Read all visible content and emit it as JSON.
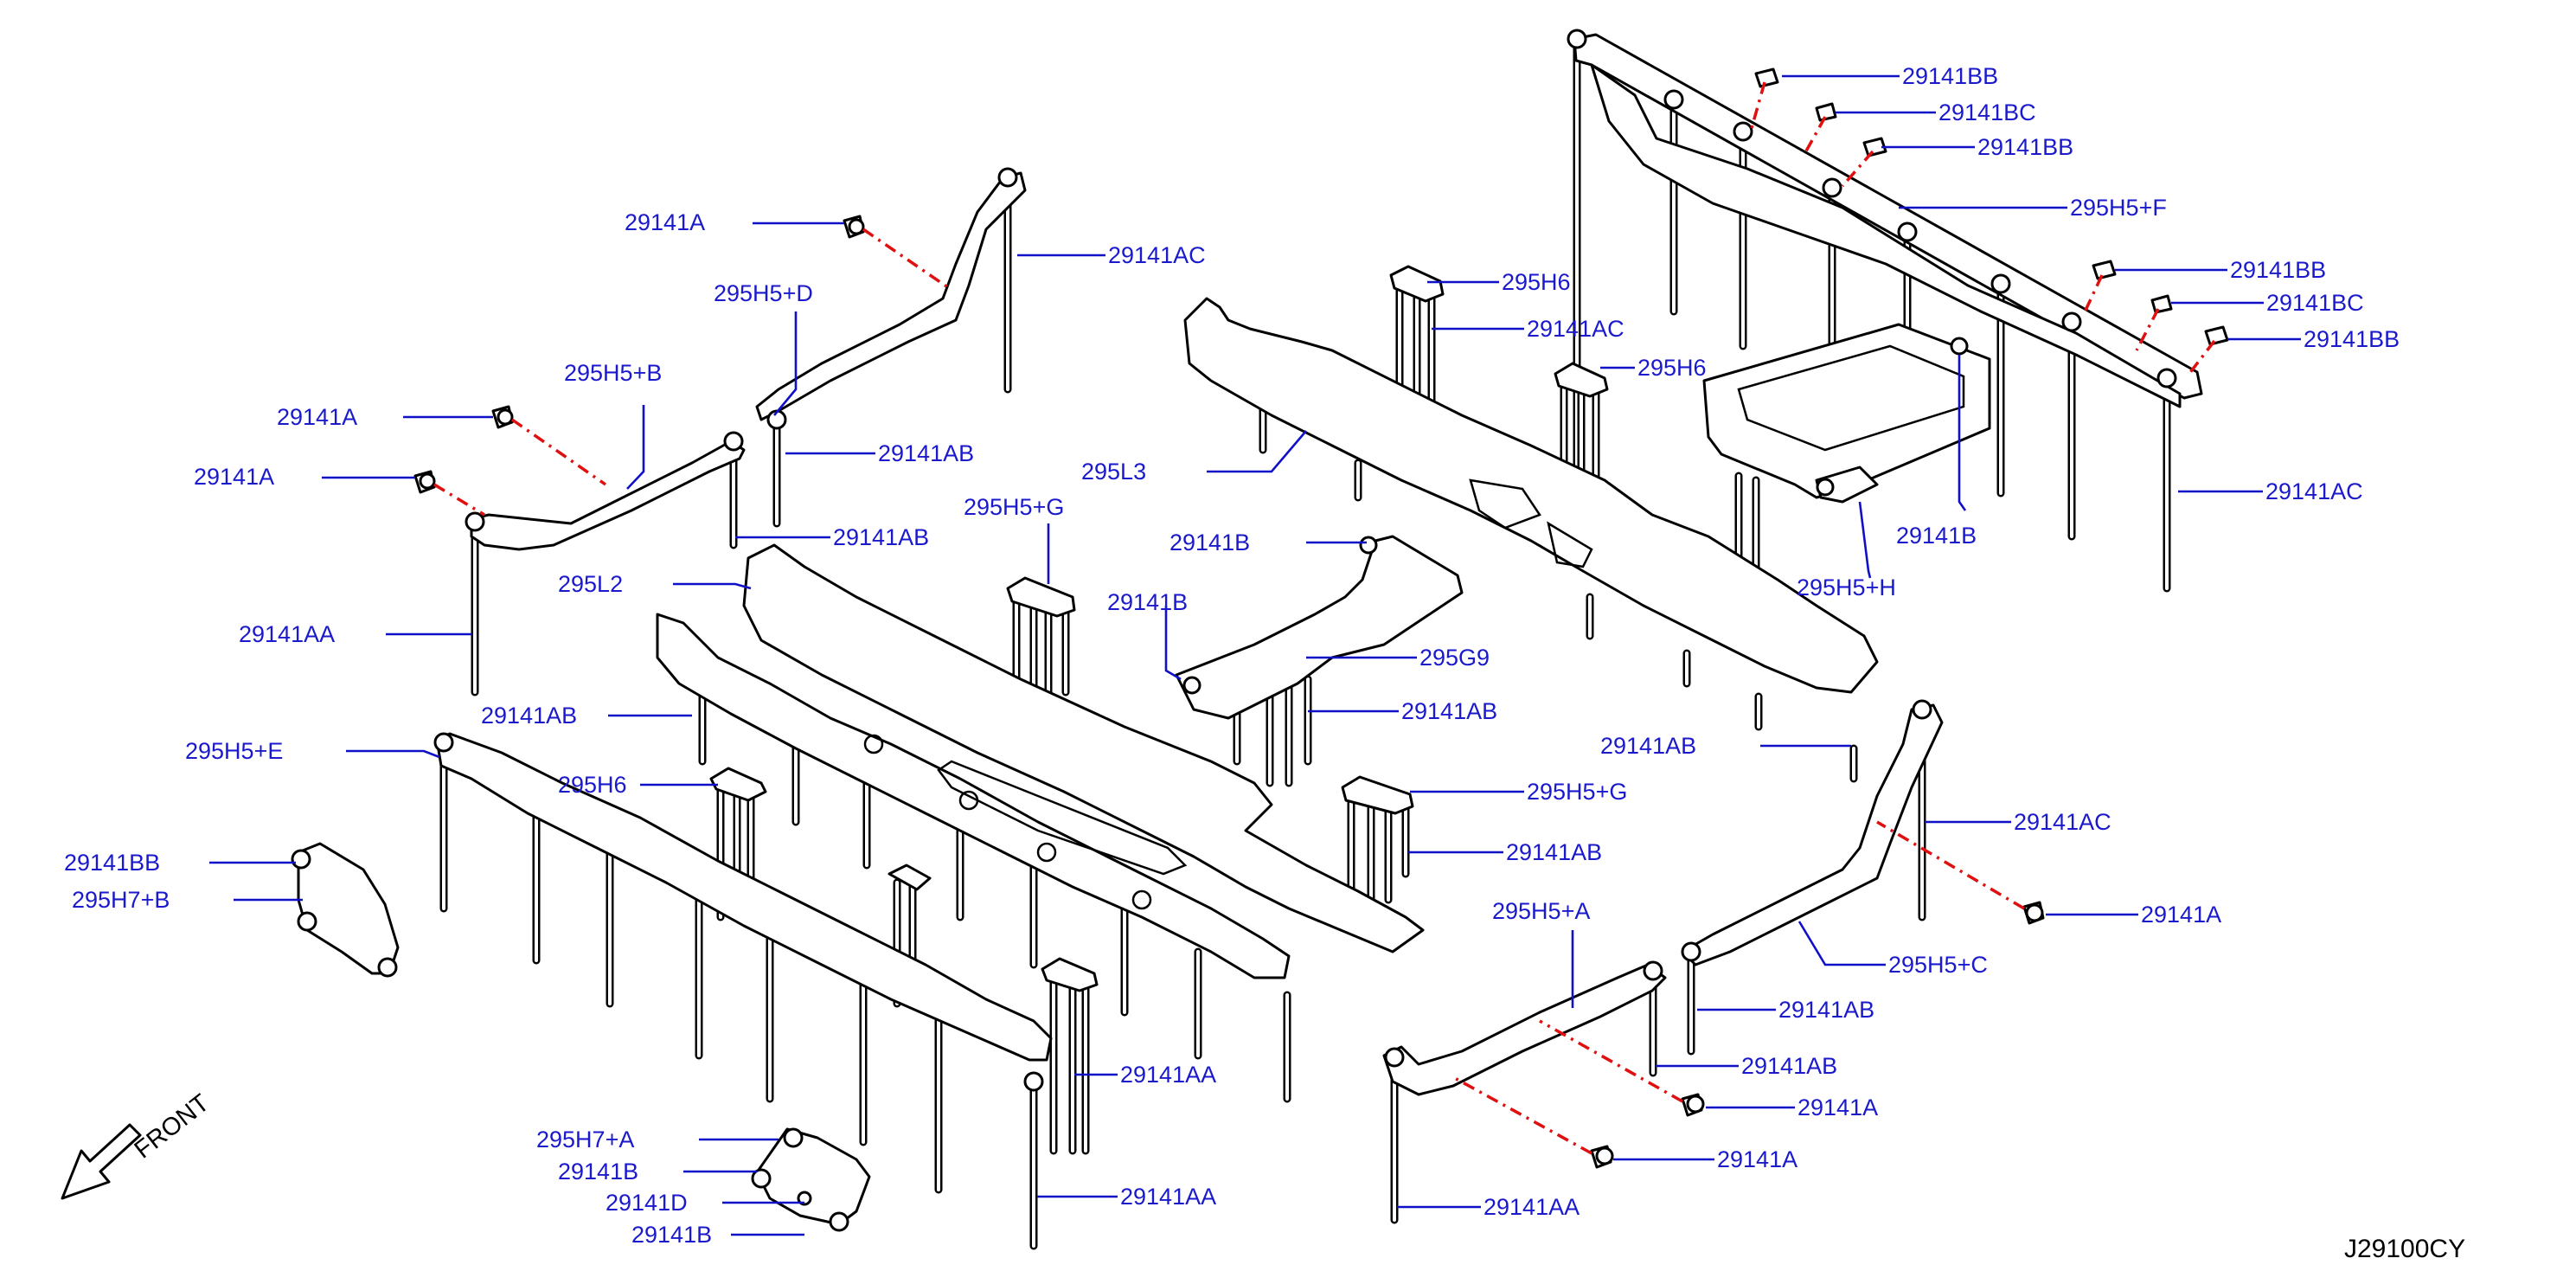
{
  "diagram_code": "J29100CY",
  "front_label": "FRONT",
  "callouts": [
    {
      "id": "c01",
      "text": "29141A"
    },
    {
      "id": "c02",
      "text": "29141AC"
    },
    {
      "id": "c03",
      "text": "295H5+D"
    },
    {
      "id": "c04",
      "text": "295H5+B"
    },
    {
      "id": "c05",
      "text": "29141A"
    },
    {
      "id": "c06",
      "text": "29141AB"
    },
    {
      "id": "c07",
      "text": "29141A"
    },
    {
      "id": "c08",
      "text": "29141AB"
    },
    {
      "id": "c09",
      "text": "295L2"
    },
    {
      "id": "c10",
      "text": "29141AA"
    },
    {
      "id": "c11",
      "text": "29141AB"
    },
    {
      "id": "c12",
      "text": "295H5+E"
    },
    {
      "id": "c13",
      "text": "295H6"
    },
    {
      "id": "c14",
      "text": "29141BB"
    },
    {
      "id": "c15",
      "text": "295H7+B"
    },
    {
      "id": "c16",
      "text": "295H5+G"
    },
    {
      "id": "c17",
      "text": "29141B"
    },
    {
      "id": "c18",
      "text": "29141B"
    },
    {
      "id": "c19",
      "text": "295G9"
    },
    {
      "id": "c20",
      "text": "29141AB"
    },
    {
      "id": "c21",
      "text": "295H5+G"
    },
    {
      "id": "c22",
      "text": "29141AB"
    },
    {
      "id": "c23",
      "text": "295L3"
    },
    {
      "id": "c24",
      "text": "295H6"
    },
    {
      "id": "c25",
      "text": "29141AC"
    },
    {
      "id": "c26",
      "text": "295H6"
    },
    {
      "id": "c27",
      "text": "29141BB"
    },
    {
      "id": "c28",
      "text": "29141BC"
    },
    {
      "id": "c29",
      "text": "29141BB"
    },
    {
      "id": "c30",
      "text": "295H5+F"
    },
    {
      "id": "c31",
      "text": "29141BB"
    },
    {
      "id": "c32",
      "text": "29141BC"
    },
    {
      "id": "c33",
      "text": "29141BB"
    },
    {
      "id": "c34",
      "text": "29141AC"
    },
    {
      "id": "c35",
      "text": "29141B"
    },
    {
      "id": "c36",
      "text": "295H5+H"
    },
    {
      "id": "c37",
      "text": "29141AB"
    },
    {
      "id": "c38",
      "text": "29141AC"
    },
    {
      "id": "c39",
      "text": "29141A"
    },
    {
      "id": "c40",
      "text": "295H5+C"
    },
    {
      "id": "c41",
      "text": "295H5+A"
    },
    {
      "id": "c42",
      "text": "29141AB"
    },
    {
      "id": "c43",
      "text": "29141AB"
    },
    {
      "id": "c44",
      "text": "29141A"
    },
    {
      "id": "c45",
      "text": "29141A"
    },
    {
      "id": "c46",
      "text": "29141AA"
    },
    {
      "id": "c47",
      "text": "29141AA"
    },
    {
      "id": "c48",
      "text": "29141AA"
    },
    {
      "id": "c49",
      "text": "295H7+A"
    },
    {
      "id": "c50",
      "text": "29141B"
    },
    {
      "id": "c51",
      "text": "29141D"
    },
    {
      "id": "c52",
      "text": "29141B"
    }
  ]
}
